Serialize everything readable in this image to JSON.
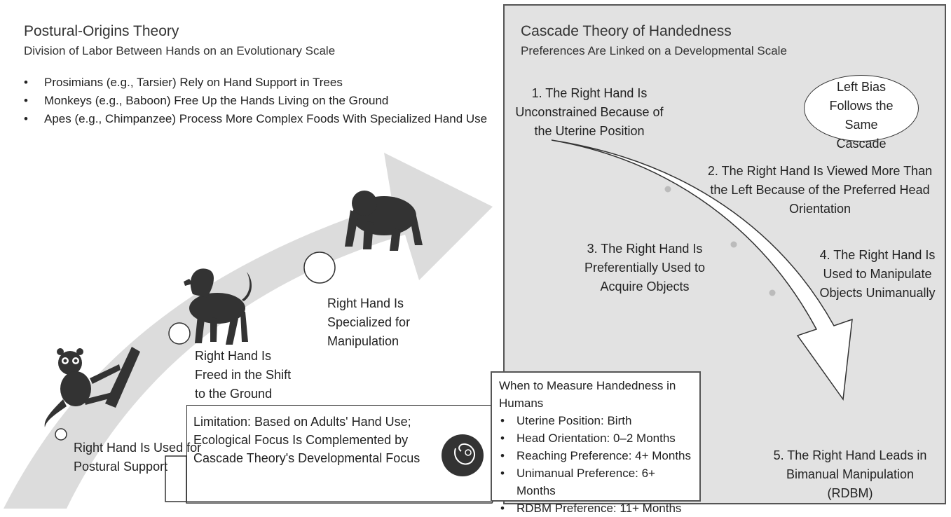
{
  "left": {
    "title": "Postural-Origins Theory",
    "subtitle": "Division of Labor Between Hands on an Evolutionary Scale",
    "bullets": [
      "Prosimians (e.g., Tarsier) Rely on Hand Support in Trees",
      "Monkeys (e.g., Baboon) Free Up the Hands Living on the Ground",
      "Apes (e.g., Chimpanzee) Process More Complex Foods With Specialized Hand Use"
    ],
    "stage1": "Right Hand Is Used for Postural Support",
    "stage2": "Right Hand Is Freed in the Shift to the Ground",
    "stage3": "Right Hand Is Specialized for Manipulation",
    "limitation": "Limitation: Based on Adults' Hand Use; Ecological Focus Is Complemented by Cascade Theory's Developmental Focus"
  },
  "right": {
    "title": "Cascade Theory of Handedness",
    "subtitle": "Preferences Are Linked on a Developmental Scale",
    "step1": "1. The Right Hand Is Unconstrained Because of the Uterine Position",
    "step2": "2. The Right Hand Is Viewed More Than the Left Because of the Preferred Head Orientation",
    "step3": "3. The Right Hand Is Preferentially Used to Acquire Objects",
    "step4": "4. The Right Hand Is Used to Manipulate Objects Unimanually",
    "step5": "5. The Right Hand Leads in Bimanual Manipulation (RDBM)",
    "left_bias": "Left Bias Follows the Same Cascade"
  },
  "measure": {
    "title": "When to Measure Handedness in Humans",
    "items": [
      "Uterine Position: Birth",
      "Head Orientation: 0–2 Months",
      "Reaching Preference: 4+ Months",
      "Unimanual Preference: 6+ Months",
      "RDBM Preference: 11+ Months"
    ]
  },
  "colors": {
    "arrow": "#dcdcdc",
    "panel": "#e2e2e2",
    "border": "#555555",
    "animal": "#333333"
  },
  "icons": [
    "tarsier-icon",
    "baboon-icon",
    "chimpanzee-icon",
    "fetus-icon"
  ]
}
